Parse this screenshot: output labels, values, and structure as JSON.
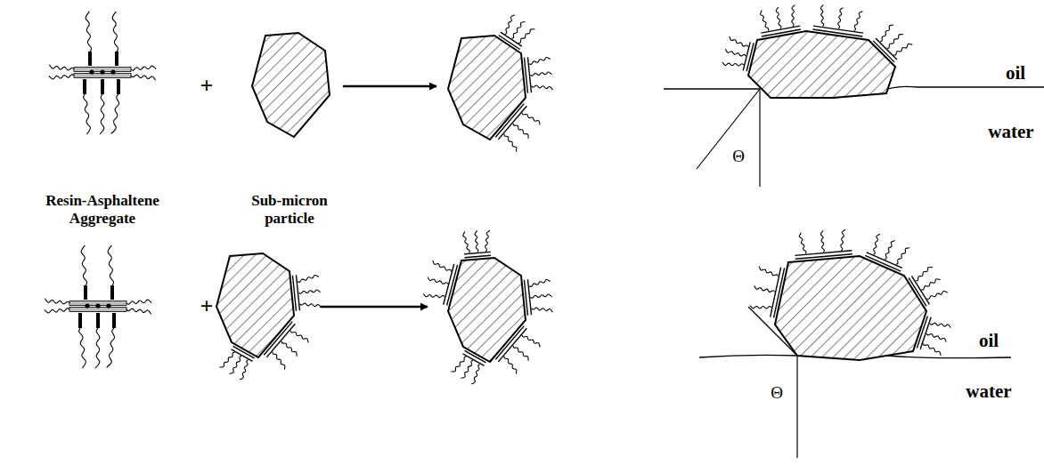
{
  "diagram": {
    "labels": [
      "+",
      "Resin-Asphaltene Aggregate",
      "Sub-micron particle",
      "Θ",
      "oil",
      "water",
      "+",
      "Θ",
      "oil",
      "water"
    ]
  }
}
